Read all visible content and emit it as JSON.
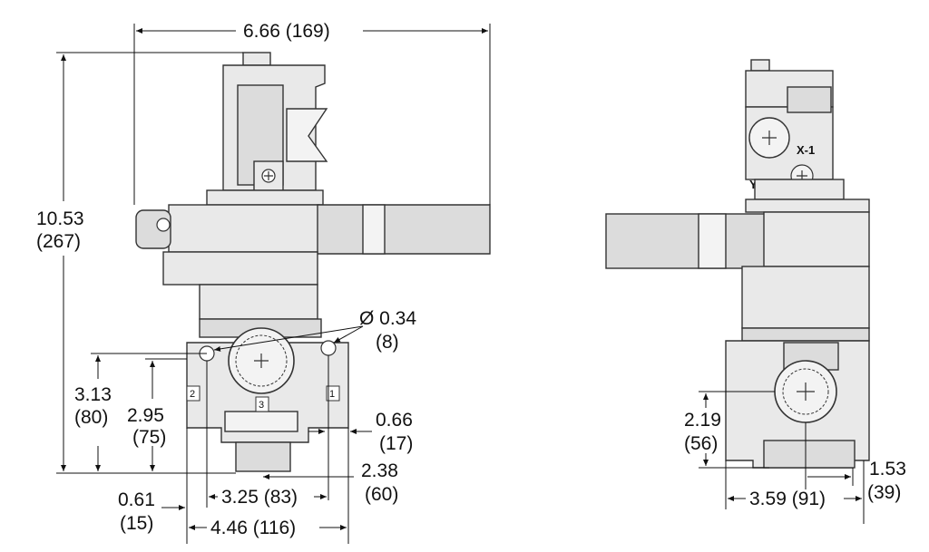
{
  "diagram": {
    "left_view": {
      "dim_overall_width": "6.66 (169)",
      "dim_height_in": "10.53",
      "dim_height_mm": "(267)",
      "dim_hole_dia_in": "Ø 0.34",
      "dim_hole_dia_mm": "(8)",
      "dim_313_in": "3.13",
      "dim_313_mm": "(80)",
      "dim_295_in": "2.95",
      "dim_295_mm": "(75)",
      "dim_066_in": "0.66",
      "dim_066_mm": "(17)",
      "dim_238_in": "2.38",
      "dim_238_mm": "(60)",
      "dim_325": "3.25 (83)",
      "dim_061_in": "0.61",
      "dim_061_mm": "(15)",
      "dim_446": "4.46 (116)",
      "port_1": "1",
      "port_2": "2",
      "port_3": "3"
    },
    "right_view": {
      "label_x1": "X-1",
      "label_y3": "Y-3",
      "dim_219_in": "2.19",
      "dim_219_mm": "(56)",
      "dim_359": "3.59 (91)",
      "dim_153_in": "1.53",
      "dim_153_mm": "(39)"
    }
  }
}
